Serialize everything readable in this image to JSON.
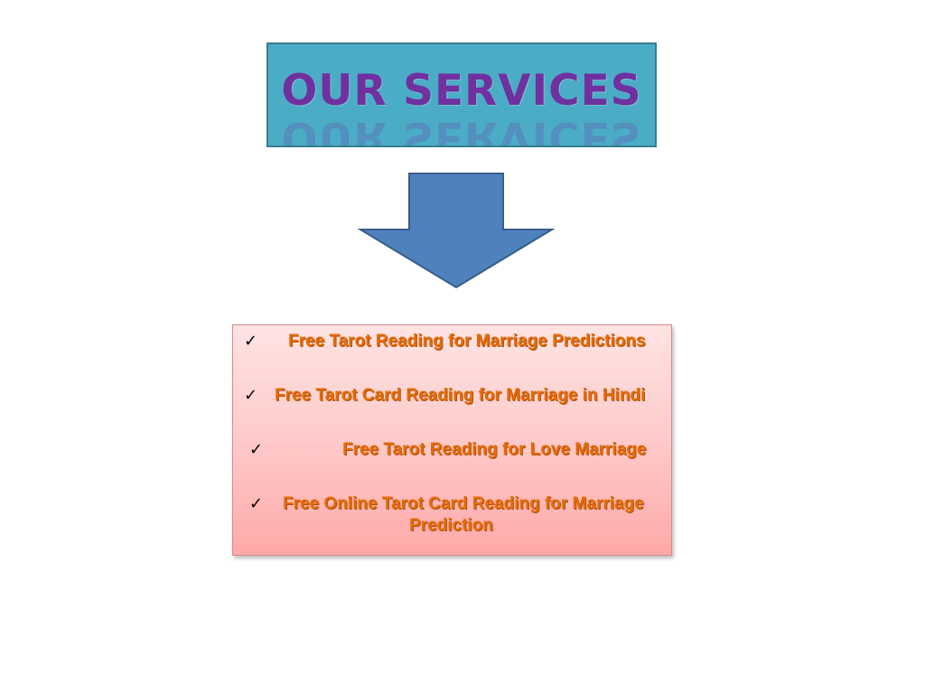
{
  "title": "OUR SERVICES",
  "colors": {
    "title_box_fill": "#4bacc6",
    "title_text": "#7030a0",
    "arrow_fill": "#4f81bd",
    "list_box_fill_top": "#ffe3e3",
    "list_box_fill_bottom": "#ffa9a9",
    "item_text": "#e46c0a"
  },
  "arrow_icon": "down-arrow",
  "check_icon": "checkmark",
  "check_glyph": "✓",
  "services": [
    {
      "text": "Free Tarot Reading for Marriage Predictions"
    },
    {
      "text": "Free Tarot Card Reading for Marriage in Hindi"
    },
    {
      "text": "Free Tarot Reading for Love Marriage"
    },
    {
      "line1": "Free Online Tarot Card Reading for Marriage",
      "line2": "Prediction"
    }
  ]
}
